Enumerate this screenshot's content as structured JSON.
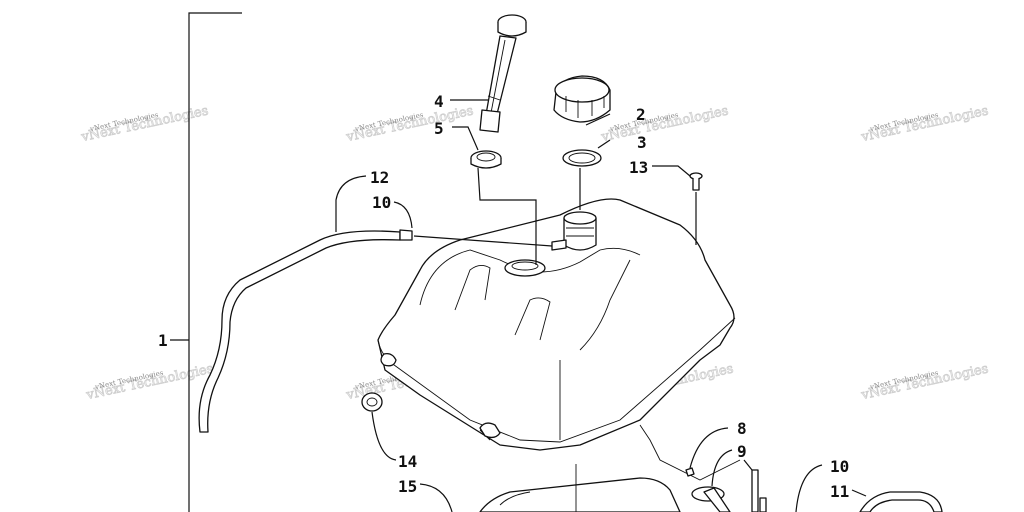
{
  "callouts": {
    "c1": "1",
    "c2": "2",
    "c3": "3",
    "c4": "4",
    "c5": "5",
    "c8": "8",
    "c9": "9",
    "c10a": "10",
    "c10b": "10",
    "c11": "11",
    "c12": "12",
    "c13": "13",
    "c14": "14",
    "c15": "15"
  },
  "watermark": {
    "text": "vNext Technologies"
  }
}
